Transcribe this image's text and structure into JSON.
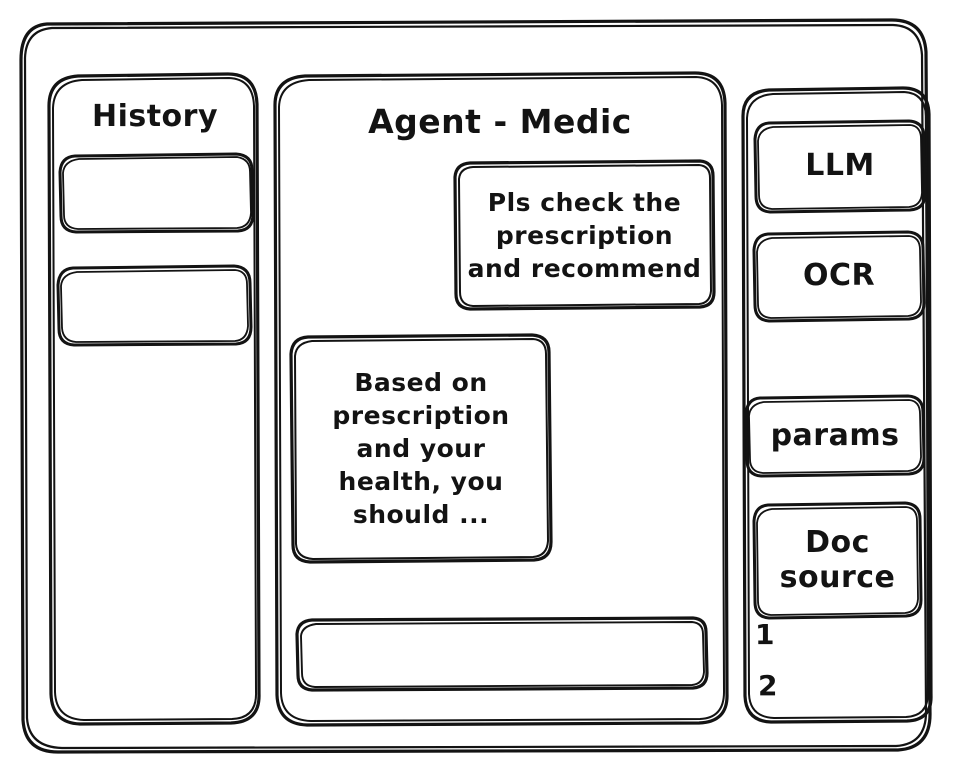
{
  "window": {
    "name": "agent-medic-wireframe"
  },
  "sidebar_left": {
    "title": "History",
    "items": [
      {
        "label": ""
      },
      {
        "label": ""
      }
    ]
  },
  "main": {
    "title": "Agent - Medic",
    "messages": [
      {
        "role": "user",
        "text": "Pls check the\nprescription\nand recommend"
      },
      {
        "role": "assistant",
        "text": "Based on\nprescription\nand your\nhealth, you\nshould ..."
      }
    ],
    "composer": {
      "value": "",
      "placeholder": ""
    }
  },
  "sidebar_right": {
    "cards": [
      {
        "label": "LLM"
      },
      {
        "label": "OCR"
      },
      {
        "label": "params"
      },
      {
        "label": "Doc\nsource"
      }
    ],
    "doc_list": [
      {
        "label": "1"
      },
      {
        "label": "2"
      }
    ]
  },
  "style": {
    "stroke": "#131313",
    "background": "#ffffff"
  }
}
